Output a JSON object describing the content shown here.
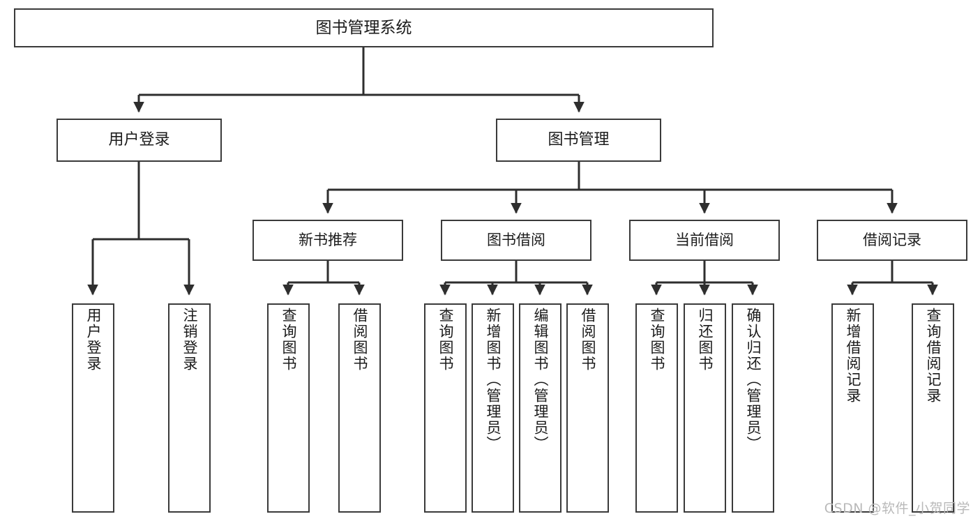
{
  "diagram": {
    "type": "tree",
    "title": "图书管理系统",
    "root": {
      "label": "图书管理系统"
    },
    "level2": [
      {
        "label": "用户登录"
      },
      {
        "label": "图书管理"
      }
    ],
    "level3": [
      {
        "label": "新书推荐"
      },
      {
        "label": "图书借阅"
      },
      {
        "label": "当前借阅"
      },
      {
        "label": "借阅记录"
      }
    ],
    "leaves": {
      "user_login": [
        {
          "label": "用户登录"
        },
        {
          "label": "注销登录"
        }
      ],
      "new_book_recommend": [
        {
          "label": "查询图书"
        },
        {
          "label": "借阅图书"
        }
      ],
      "book_borrow": [
        {
          "label": "查询图书"
        },
        {
          "label": "新增图书（管理员）"
        },
        {
          "label": "编辑图书（管理员）"
        },
        {
          "label": "借阅图书"
        }
      ],
      "current_borrow": [
        {
          "label": "查询图书"
        },
        {
          "label": "归还图书"
        },
        {
          "label": "确认归还（管理员）"
        }
      ],
      "borrow_record": [
        {
          "label": "新增借阅记录"
        },
        {
          "label": "查询借阅记录"
        }
      ]
    },
    "colors": {
      "border": "#3a3a3a",
      "text": "#1b1b1b",
      "background": "#ffffff",
      "edge": "#2e2e2e",
      "watermark": "#b9b9b9"
    }
  },
  "watermark": {
    "text": "CSDN @软件_小贺同学"
  }
}
